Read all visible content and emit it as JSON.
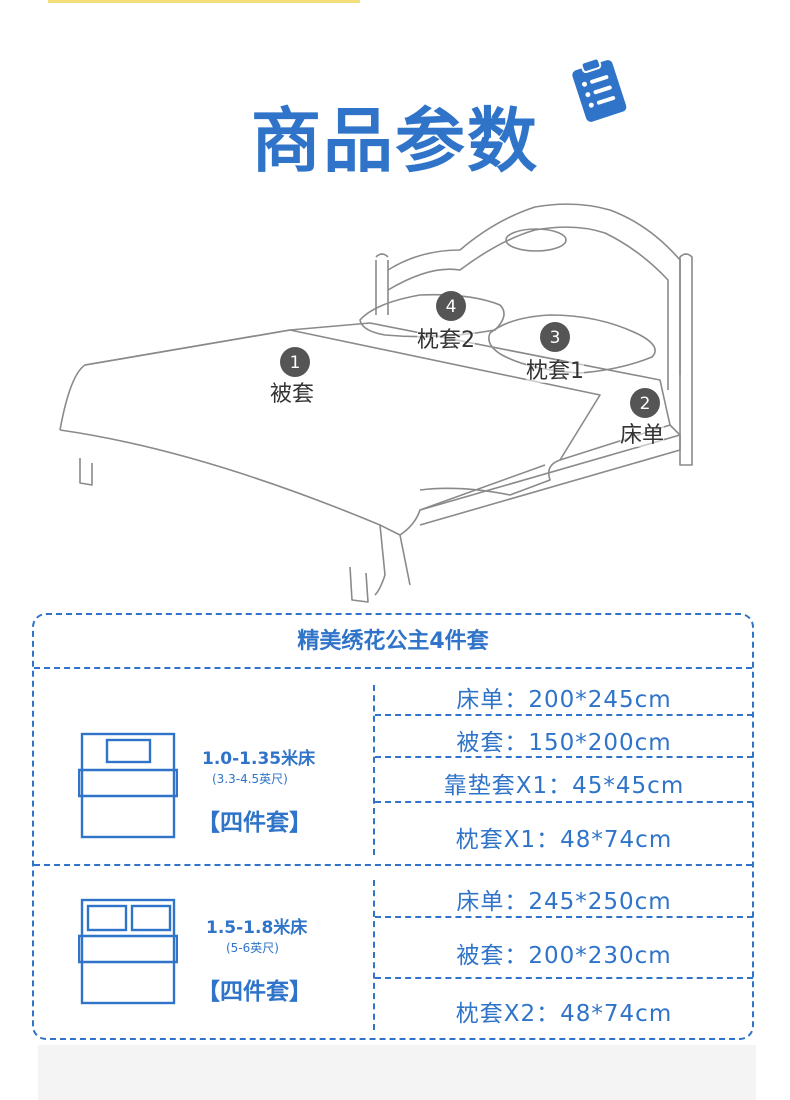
{
  "header": {
    "title": "商品参数"
  },
  "callouts": [
    {
      "num": "1",
      "label": "被套"
    },
    {
      "num": "2",
      "label": "床单"
    },
    {
      "num": "3",
      "label": "枕套1"
    },
    {
      "num": "4",
      "label": "枕套2"
    }
  ],
  "spec": {
    "title": "精美绣花公主4件套",
    "groups": [
      {
        "size": "1.0-1.35米床",
        "size_sub": "(3.3-4.5英尺)",
        "set_label": "【四件套】",
        "rows": [
          "床单：200*245cm",
          "被套：150*200cm",
          "靠垫套X1：45*45cm",
          "枕套X1：48*74cm"
        ]
      },
      {
        "size": "1.5-1.8米床",
        "size_sub": "(5-6英尺)",
        "set_label": "【四件套】",
        "rows": [
          "床单：245*250cm",
          "被套：200*230cm",
          "枕套X2：48*74cm"
        ]
      }
    ]
  },
  "colors": {
    "accent": "#2f74c9",
    "callout_fill": "#555555"
  }
}
